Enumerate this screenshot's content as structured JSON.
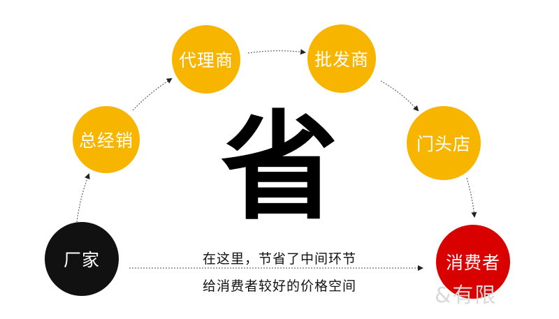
{
  "center_char": "省",
  "colors": {
    "yellow": "#F7B500",
    "black": "#111111",
    "red": "#D90000",
    "line": "#333333"
  },
  "nodes": {
    "factory": "厂家",
    "general_distributor": "总经销",
    "agent": "代理商",
    "wholesaler": "批发商",
    "store": "门头店",
    "consumer": "消费者"
  },
  "captions": {
    "line1": "在这里，节省了中间环节",
    "line2": "给消费者较好的价格空间"
  },
  "watermark": "&有限"
}
